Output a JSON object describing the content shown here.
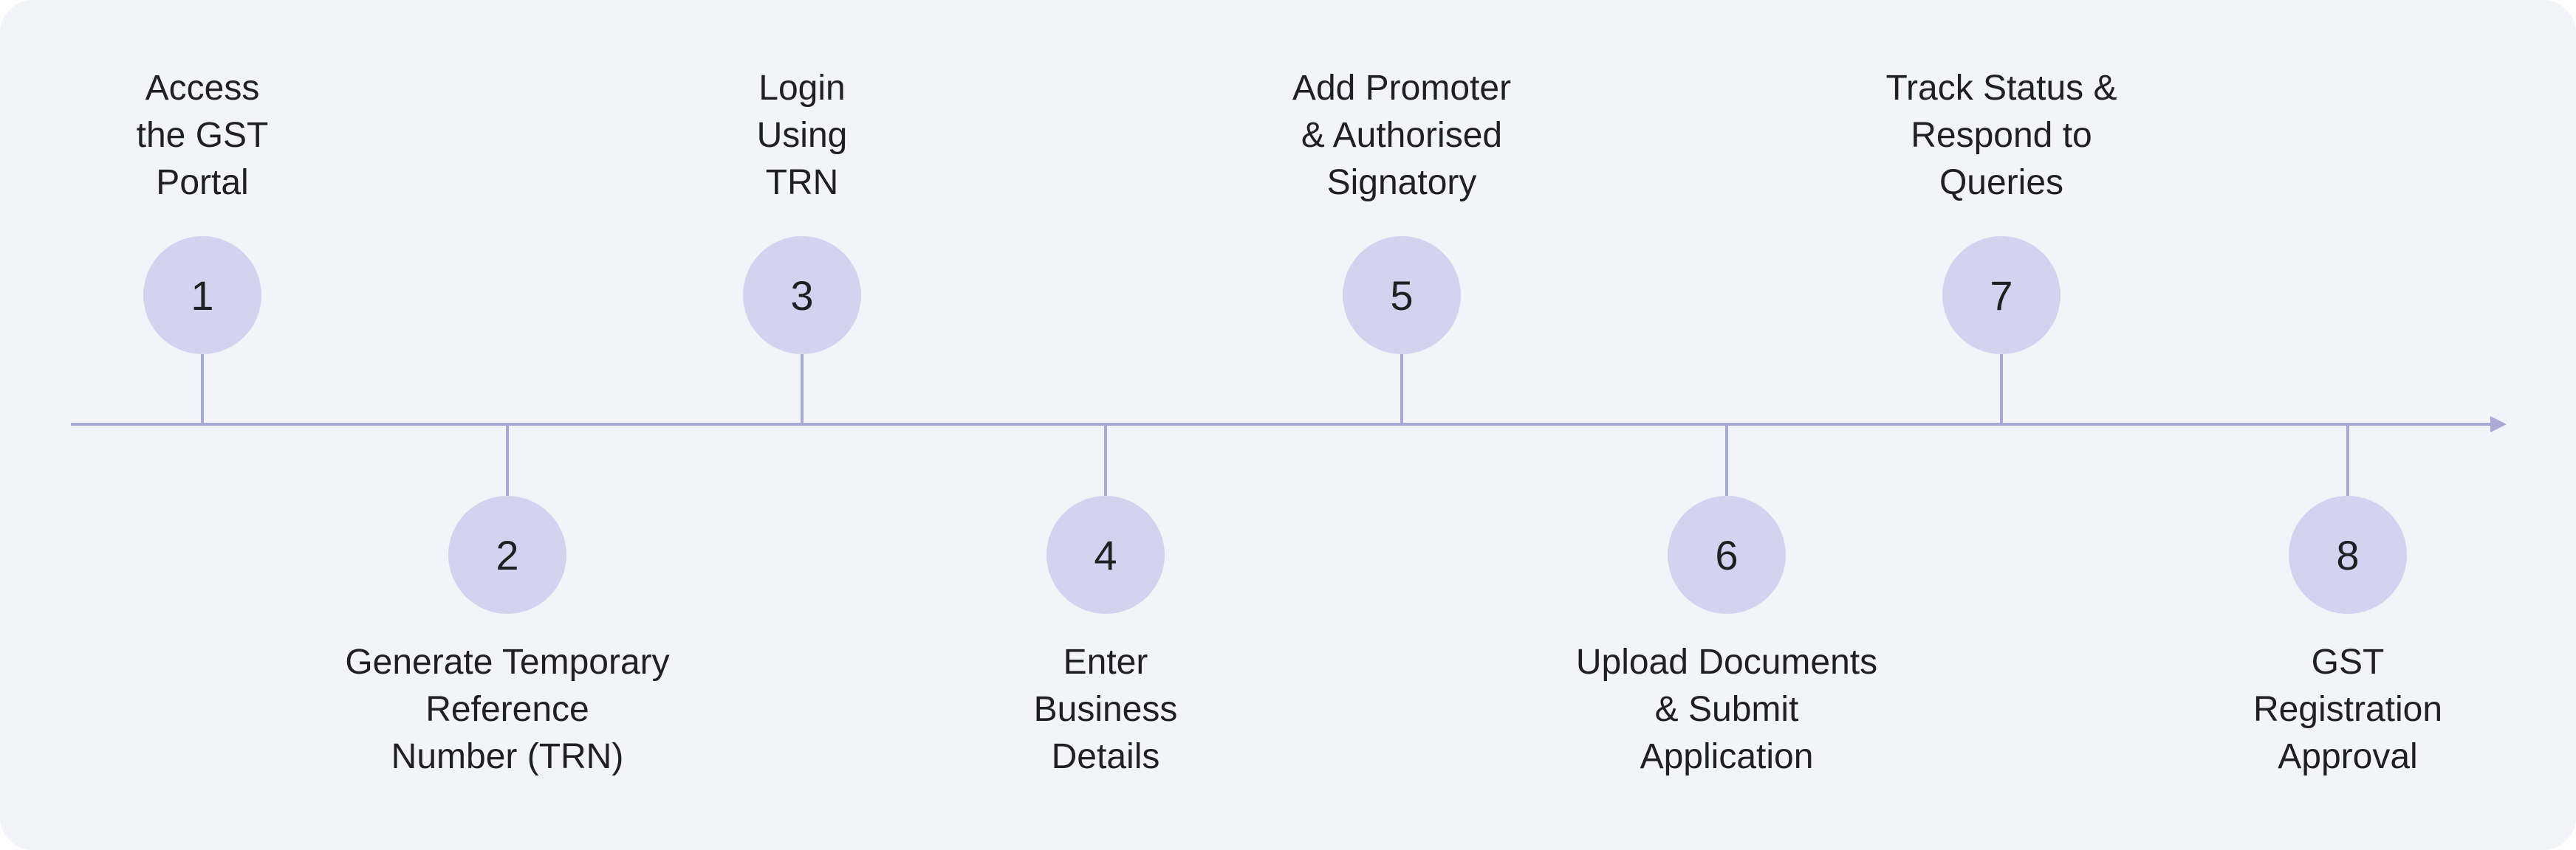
{
  "colors": {
    "background": "#f3f4f9",
    "line": "#a9a9d8",
    "circle": "#d3d3ef",
    "text": "#1f1f24"
  },
  "steps": [
    {
      "number": "1",
      "label": "Access\nthe GST\nPortal",
      "side": "top"
    },
    {
      "number": "2",
      "label": "Generate Temporary\nReference\nNumber (TRN)",
      "side": "bottom"
    },
    {
      "number": "3",
      "label": "Login\nUsing\nTRN",
      "side": "top"
    },
    {
      "number": "4",
      "label": "Enter\nBusiness\nDetails",
      "side": "bottom"
    },
    {
      "number": "5",
      "label": "Add Promoter\n& Authorised\nSignatory",
      "side": "top"
    },
    {
      "number": "6",
      "label": "Upload Documents\n& Submit\nApplication",
      "side": "bottom"
    },
    {
      "number": "7",
      "label": "Track Status &\nRespond to\nQueries",
      "side": "top"
    },
    {
      "number": "8",
      "label": "GST\nRegistration\nApproval",
      "side": "bottom"
    }
  ]
}
